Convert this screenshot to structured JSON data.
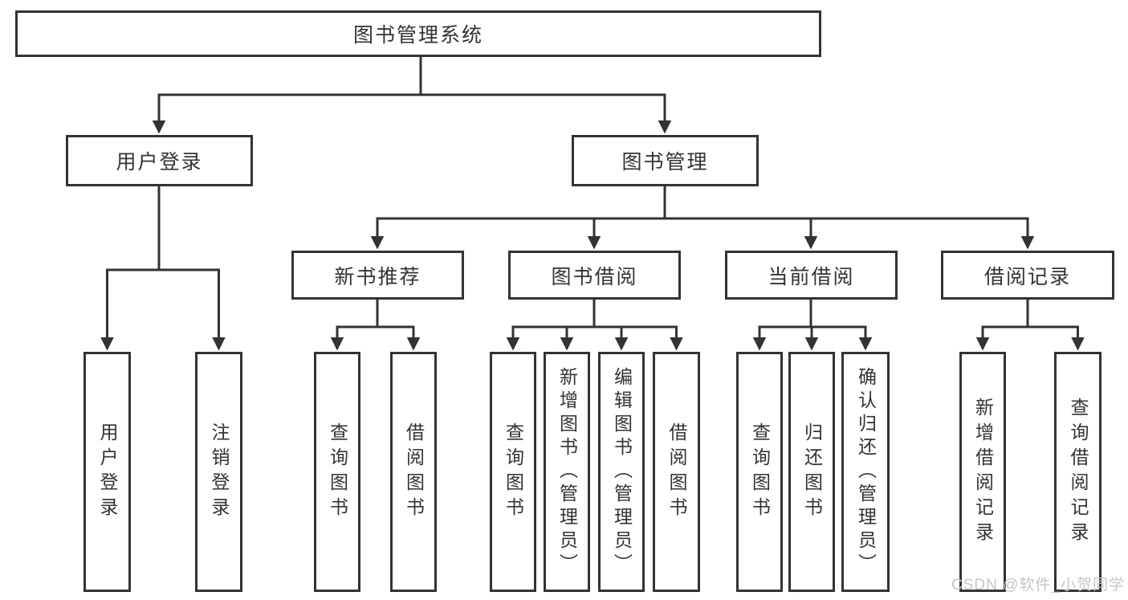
{
  "tree": {
    "root": "图书管理系统",
    "branches": [
      {
        "label": "用户登录",
        "leaves": [
          "用户登录",
          "注销登录"
        ]
      },
      {
        "label": "图书管理",
        "groups": [
          {
            "label": "新书推荐",
            "leaves": [
              "查询图书",
              "借阅图书"
            ]
          },
          {
            "label": "图书借阅",
            "leaves": [
              "查询图书",
              "新增图书（管理员）",
              "编辑图书（管理员）",
              "借阅图书"
            ]
          },
          {
            "label": "当前借阅",
            "leaves": [
              "查询图书",
              "归还图书",
              "确认归还（管理员）"
            ]
          },
          {
            "label": "借阅记录",
            "leaves": [
              "新增借阅记录",
              "查询借阅记录"
            ]
          }
        ]
      }
    ]
  },
  "watermark": "CSDN @软件_小贺同学",
  "colors": {
    "line": "#333333",
    "text": "#333333",
    "watermark": "#c6c6c6",
    "background": "#ffffff"
  }
}
